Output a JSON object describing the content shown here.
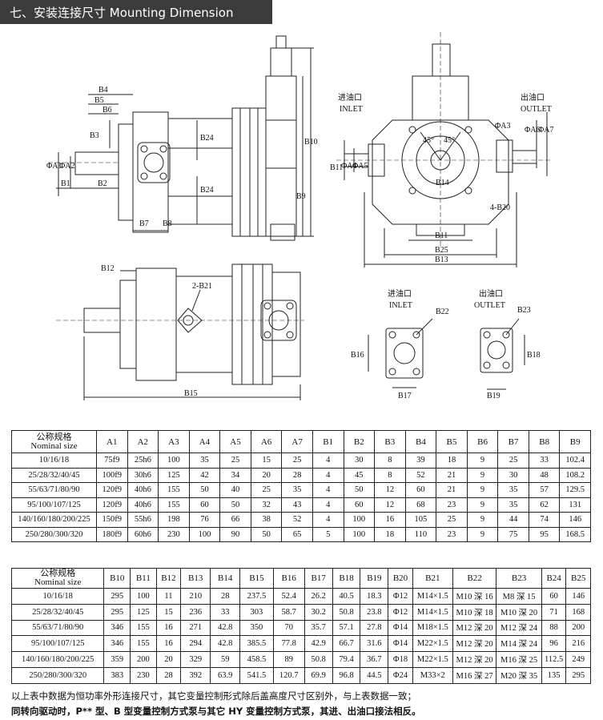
{
  "header": {
    "title": "七、安装连接尺寸 Mounting Dimension"
  },
  "drawing": {
    "side_view_labels": [
      "B4",
      "B5",
      "B6",
      "B3",
      "ΦA1",
      "ΦA2",
      "B1",
      "B2",
      "B24",
      "B24",
      "B7",
      "B8",
      "B10",
      "B9"
    ],
    "front_view_labels": {
      "inlet_cn": "进油口",
      "inlet_en": "INLET",
      "outlet_cn": "出油口",
      "outlet_en": "OUTLET",
      "phiA3": "ΦA3",
      "phiA6": "ΦA6",
      "phiA7": "ΦA7",
      "phiA4": "ΦA4",
      "phiA5": "ΦA5",
      "b11v": "B11",
      "b14": "B14",
      "b20": "4-B20",
      "b11": "B11",
      "b25": "B25",
      "b13": "B13",
      "ang1": "45°",
      "ang2": "45°"
    },
    "top_view_labels": {
      "b12": "B12",
      "b21": "2-B21",
      "b15": "B15"
    },
    "port_labels": {
      "inlet_cn": "进油口",
      "inlet_en": "INLET",
      "outlet_cn": "出油口",
      "outlet_en": "OUTLET",
      "b22": "B22",
      "b23": "B23",
      "b16": "B16",
      "b18": "B18",
      "b17": "B17",
      "b19": "B19"
    }
  },
  "table1": {
    "nominal_cn": "公称规格",
    "nominal_en": "Nominal size",
    "columns": [
      "A1",
      "A2",
      "A3",
      "A4",
      "A5",
      "A6",
      "A7",
      "B1",
      "B2",
      "B3",
      "B4",
      "B5",
      "B6",
      "B7",
      "B8",
      "B9"
    ],
    "rows": [
      [
        "10/16/18",
        "75f9",
        "25h6",
        "100",
        "35",
        "25",
        "15",
        "25",
        "4",
        "30",
        "8",
        "39",
        "18",
        "9",
        "25",
        "33",
        "102.4"
      ],
      [
        "25/28/32/40/45",
        "100f9",
        "30h6",
        "125",
        "42",
        "34",
        "20",
        "28",
        "4",
        "45",
        "8",
        "52",
        "21",
        "9",
        "30",
        "48",
        "108.2"
      ],
      [
        "55/63/71/80/90",
        "120f9",
        "40h6",
        "155",
        "50",
        "40",
        "25",
        "35",
        "4",
        "50",
        "12",
        "60",
        "21",
        "9",
        "35",
        "57",
        "129.5"
      ],
      [
        "95/100/107/125",
        "120f9",
        "40h6",
        "155",
        "60",
        "50",
        "32",
        "43",
        "4",
        "60",
        "12",
        "68",
        "23",
        "9",
        "35",
        "62",
        "131"
      ],
      [
        "140/160/180/200/225",
        "150f9",
        "55h6",
        "198",
        "76",
        "66",
        "38",
        "52",
        "4",
        "100",
        "16",
        "105",
        "25",
        "9",
        "44",
        "74",
        "146"
      ],
      [
        "250/280/300/320",
        "180f9",
        "60h6",
        "230",
        "100",
        "90",
        "50",
        "65",
        "5",
        "100",
        "18",
        "110",
        "23",
        "9",
        "75",
        "95",
        "168.5"
      ]
    ]
  },
  "table2": {
    "nominal_cn": "公称规格",
    "nominal_en": "Nominal size",
    "columns": [
      "B10",
      "B11",
      "B12",
      "B13",
      "B14",
      "B15",
      "B16",
      "B17",
      "B18",
      "B19",
      "B20",
      "B21",
      "B22",
      "B23",
      "B24",
      "B25"
    ],
    "rows": [
      [
        "10/16/18",
        "295",
        "100",
        "11",
        "210",
        "28",
        "237.5",
        "52.4",
        "26.2",
        "40.5",
        "18.3",
        "Φ12",
        "M14×1.5",
        "M10 深 16",
        "M8 深 15",
        "60",
        "146"
      ],
      [
        "25/28/32/40/45",
        "295",
        "125",
        "15",
        "236",
        "33",
        "303",
        "58.7",
        "30.2",
        "50.8",
        "23.8",
        "Φ12",
        "M14×1.5",
        "M10 深 18",
        "M10 深 20",
        "71",
        "168"
      ],
      [
        "55/63/71/80/90",
        "346",
        "155",
        "16",
        "271",
        "42.8",
        "350",
        "70",
        "35.7",
        "57.1",
        "27.8",
        "Φ14",
        "M18×1.5",
        "M12 深 20",
        "M12 深 24",
        "88",
        "200"
      ],
      [
        "95/100/107/125",
        "346",
        "155",
        "16",
        "294",
        "42.8",
        "385.5",
        "77.8",
        "42.9",
        "66.7",
        "31.6",
        "Φ14",
        "M22×1.5",
        "M12 深 20",
        "M14 深 24",
        "96",
        "216"
      ],
      [
        "140/160/180/200/225",
        "359",
        "200",
        "20",
        "329",
        "59",
        "458.5",
        "89",
        "50.8",
        "79.4",
        "36.7",
        "Φ18",
        "M22×1.5",
        "M12 深 20",
        "M16 深 25",
        "112.5",
        "249"
      ],
      [
        "250/280/300/320",
        "383",
        "230",
        "28",
        "392",
        "63.9",
        "541.5",
        "120.7",
        "69.9",
        "96.8",
        "44.5",
        "Φ24",
        "M33×2",
        "M16 深 27",
        "M20 深 35",
        "135",
        "295"
      ]
    ]
  },
  "notes": [
    "以上表中数据为恒功率外形连接尺寸，其它变量控制形式除后盖高度尺寸区别外，与上表数据一致；",
    "同转向驱动时，P** 型、B 型变量控制方式泵与其它 HY 变量控制方式泵，其进、出油口接法相反。"
  ]
}
